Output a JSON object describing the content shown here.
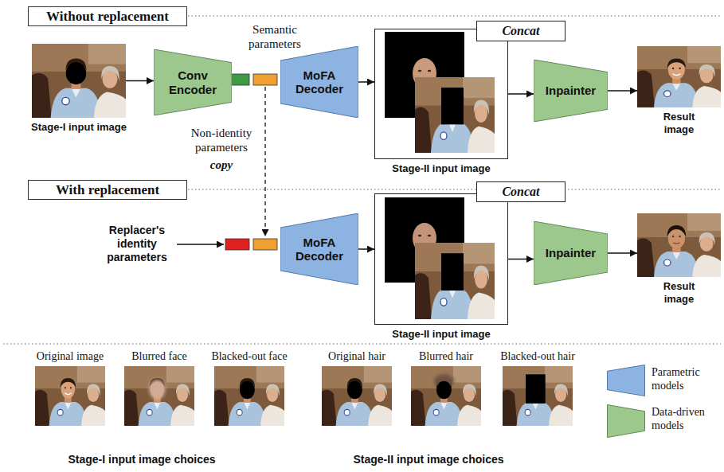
{
  "diagram": {
    "nodes": [
      {
        "text": [
          "Without replacement"
        ]
      },
      {
        "text": [
          "Stage-I input image"
        ]
      },
      {
        "text": [
          "Conv Encoder"
        ]
      },
      {
        "text": [
          "MoFA Decoder"
        ]
      },
      {
        "text": [
          "Stage-II input image"
        ]
      },
      {
        "text": [
          "Concat"
        ]
      },
      {
        "text": [
          "Inpainter"
        ]
      },
      {
        "text": [
          "Result image"
        ]
      },
      {
        "text": [
          "With replacement"
        ]
      },
      {
        "text": [
          "MoFA Decoder"
        ]
      },
      {
        "text": [
          "Stage-II input image"
        ]
      },
      {
        "text": [
          "Concat"
        ]
      },
      {
        "text": [
          "Inpainter"
        ]
      },
      {
        "text": [
          "Result image"
        ]
      }
    ],
    "edges": [
      {
        "from": 1,
        "to": 2,
        "arrow": "to"
      },
      {
        "from": 3,
        "to": 4,
        "arrow": "to"
      },
      {
        "from": 4,
        "to": 6,
        "arrow": "to"
      },
      {
        "from": 6,
        "to": 7,
        "arrow": "to"
      },
      {
        "from": 9,
        "to": 10,
        "arrow": "to"
      },
      {
        "from": 10,
        "to": 12,
        "arrow": "to"
      },
      {
        "from": 12,
        "to": 13,
        "arrow": "to"
      }
    ],
    "labels": [
      "Semantic parameters",
      "Non-identity parameters",
      "copy",
      "Replacer's identity parameters",
      "Original image",
      "Blurred face",
      "Blacked-out face",
      "Stage-I input image choices",
      "Original hair",
      "Blurred hair",
      "Blacked-out hair",
      "Stage-II input image choices"
    ],
    "legend": [
      {
        "text": "Parametric models",
        "color": "#8db3e2"
      },
      {
        "text": "Data-driven models",
        "color": "#9dc88d"
      }
    ]
  }
}
